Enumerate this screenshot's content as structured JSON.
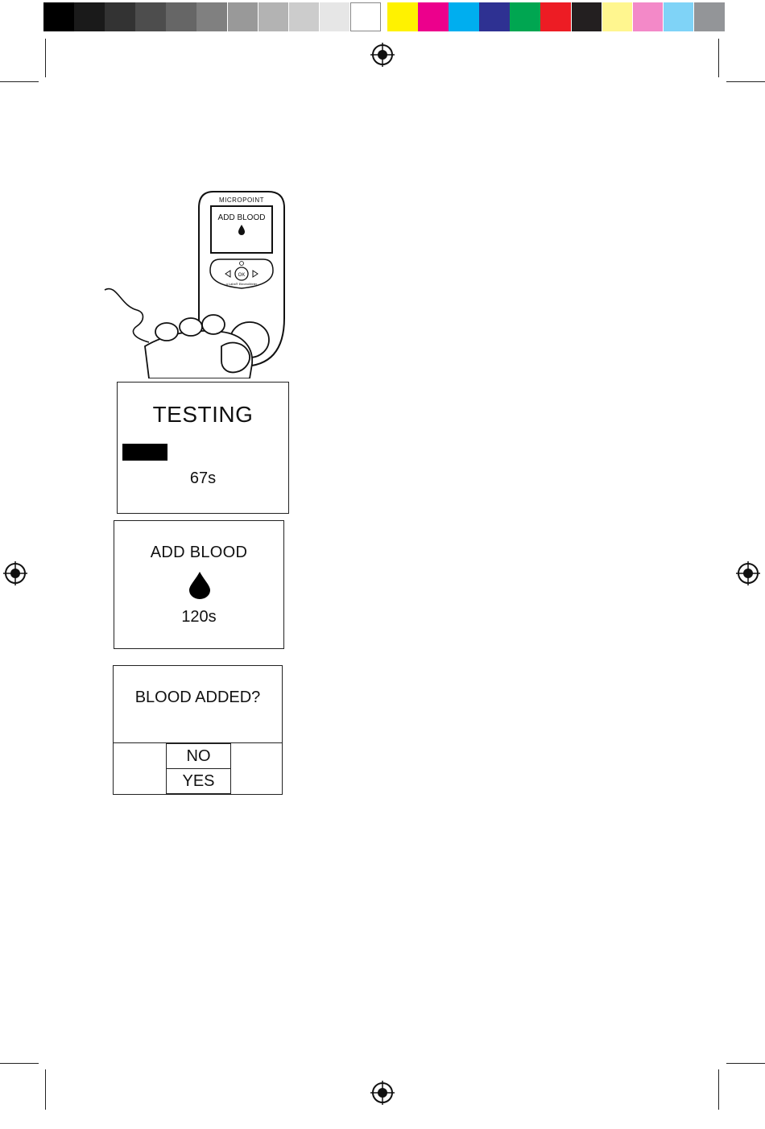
{
  "calibration": {
    "grays": [
      "#000000",
      "#1a1a1a",
      "#333333",
      "#4d4d4d",
      "#666666",
      "#808080",
      "#999999",
      "#b3b3b3",
      "#cccccc",
      "#e6e6e6",
      "#ffffff"
    ],
    "colors": [
      "#fff200",
      "#ec008c",
      "#00aeef",
      "#2e3192",
      "#00a651",
      "#ed1c24",
      "#231f20",
      "#fff68f",
      "#f389c8",
      "#7fd3f7",
      "#939598"
    ]
  },
  "device": {
    "brand": "MICROPOINT",
    "display_line1": "ADD BLOOD",
    "ok_label": "OK",
    "subtext": "q Labs® ElectroMeter"
  },
  "screens": {
    "testing": {
      "title": "TESTING",
      "timer": "67s"
    },
    "add_blood": {
      "title": "ADD BLOOD",
      "timer": "120s"
    },
    "blood_added": {
      "question": "BLOOD ADDED?",
      "no": "NO",
      "yes": "YES"
    }
  }
}
